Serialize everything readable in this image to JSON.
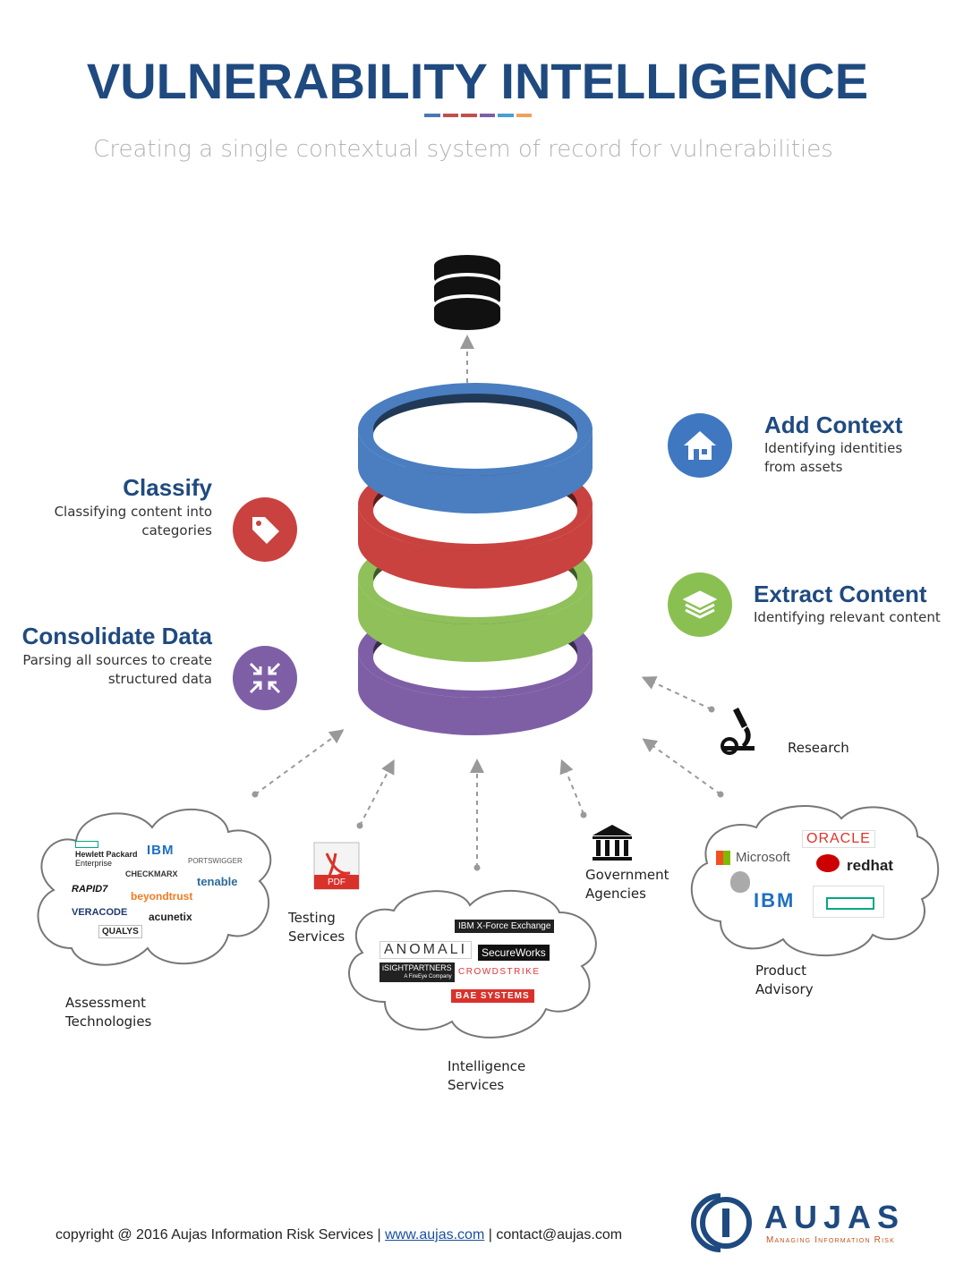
{
  "header": {
    "title": "VULNERABILITY INTELLIGENCE",
    "subtitle": "Creating a single contextual system of record for vulnerabilities",
    "bar_colors": [
      "#4a78b5",
      "#c0504d",
      "#c0504d",
      "#7e5fa6",
      "#4a9ed6",
      "#f0a05a"
    ]
  },
  "features": {
    "classify": {
      "title": "Classify",
      "desc1": "Classifying content into",
      "desc2": "categories",
      "color": "#c9423f",
      "title_color": "#1f4a80",
      "icon": "tag-icon"
    },
    "consolidate": {
      "title": "Consolidate Data",
      "desc1": "Parsing  all sources  to create",
      "desc2": "structured data",
      "color": "#7e5fa6",
      "title_color": "#1f4a80",
      "icon": "compress-icon"
    },
    "add_context": {
      "title": "Add Context",
      "desc1": "Identifying identities",
      "desc2": "from assets",
      "color": "#3f78c0",
      "title_color": "#1f4a80",
      "icon": "home-icon"
    },
    "extract": {
      "title": "Extract Content",
      "desc1": "Identifying relevant content",
      "color": "#8ac052",
      "title_color": "#1f4a80",
      "icon": "layers-icon"
    }
  },
  "rings": {
    "colors": [
      "#4a7ec0",
      "#c9423f",
      "#8fc05a",
      "#7e5fa6"
    ],
    "icon": "database-icon"
  },
  "sources": {
    "research": "Research",
    "testing": [
      "Testing",
      "Services"
    ],
    "government": [
      "Government",
      "Agencies"
    ],
    "assessment": [
      "Assessment",
      "Technologies"
    ],
    "intelligence": [
      "Intelligence",
      "Services"
    ],
    "product": [
      "Product",
      "Advisory"
    ],
    "pdf_label": "PDF"
  },
  "logos": {
    "assessment": {
      "hpe1": "Hewlett Packard",
      "hpe2": "Enterprise",
      "ibm": "IBM",
      "portswigger": "PORTSWIGGER",
      "checkmarx": "CHECKMARX",
      "tenable": "tenable",
      "rapid7": "RAPID7",
      "beyondtrust": "beyondtrust",
      "veracode": "VERACODE",
      "acunetix": "acunetix",
      "qualys": "QUALYS"
    },
    "intelligence": {
      "xforce": "IBM X-Force Exchange",
      "anomali": "ANOMALI",
      "secureworks": "SecureWorks",
      "isight": "iSIGHTPARTNERS",
      "isight_sub": "A FireEye Company",
      "crowdstrike": "CROWDSTRIKE",
      "bae": "BAE SYSTEMS"
    },
    "product": {
      "oracle": "ORACLE",
      "microsoft": "Microsoft",
      "redhat": "redhat",
      "ibm": "IBM"
    }
  },
  "footer": {
    "prefix": "copyright @ 2016 Aujas Information Risk Services | ",
    "link": "www.aujas.com",
    "suffix": " | contact@aujas.com",
    "brand": "AUJAS",
    "tagline": "Managing Information Risk"
  }
}
